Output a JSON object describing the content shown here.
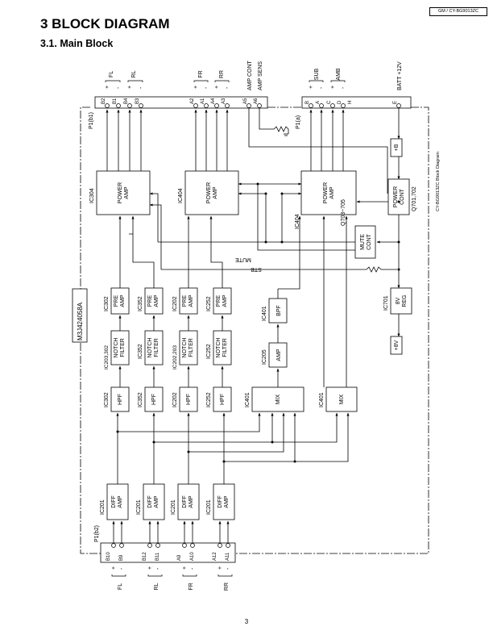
{
  "header_tag": "GM / CY-BG9013ZC",
  "title": "3  BLOCK DIAGRAM",
  "subtitle": "3.1.    Main Block",
  "page_number": "3",
  "side_caption": "CY-BG9013ZC Block Diagram",
  "board_label": "M3J424058A",
  "connectors": {
    "p1_b1": "P1(b1)",
    "p1_a": "P1(a)",
    "p1_b2": "P1(b2)",
    "top_pins_left": [
      "B2",
      "B1",
      "B4",
      "B3",
      "A2",
      "A1",
      "A4",
      "A3",
      "A5",
      "A6"
    ],
    "top_pins_right": [
      "B",
      "A",
      "C",
      "D",
      "H",
      "E"
    ],
    "bottom_pins": [
      "B10",
      "B9",
      "B12",
      "B11",
      "A9",
      "A10",
      "A12",
      "A11"
    ]
  },
  "signals": {
    "fl": "FL",
    "rl": "RL",
    "fr": "FR",
    "rr": "RR",
    "amp_cont": "AMP CONT",
    "amp_sens": "AMP SENS",
    "sub": "SUB",
    "amb": "AMB",
    "batt": "BATT +12V",
    "plus": "+",
    "minus": "-",
    "stb": "STB",
    "mute": "MUTE",
    "plus_b": "+B",
    "plus_8v": "+8V"
  },
  "blocks": {
    "power_amp_1": {
      "ref": "IC304",
      "label": [
        "POWER",
        "AMP"
      ]
    },
    "power_amp_2": {
      "ref": "IC404",
      "label": [
        "POWER",
        "AMP"
      ]
    },
    "power_amp_3": {
      "ref": "IC404",
      "label": [
        "POWER",
        "AMP"
      ]
    },
    "power_cont": {
      "ref": "Q701,702",
      "label": [
        "POWER",
        "CONT"
      ]
    },
    "mute_cont": {
      "ref": "Q703~705",
      "label": [
        "MUTE",
        "CONT"
      ]
    },
    "reg": {
      "ref": "IC701",
      "label": [
        "8V",
        "REG"
      ]
    },
    "bpf": {
      "ref": "IC401",
      "label": [
        "BPF"
      ]
    },
    "amp_small": {
      "ref": "IC205",
      "label": [
        "AMP"
      ]
    },
    "pre_amps": [
      {
        "ref": "IC302",
        "label": [
          "PRE",
          "AMP"
        ]
      },
      {
        "ref": "IC352",
        "label": [
          "PRE",
          "AMP"
        ]
      },
      {
        "ref": "IC202",
        "label": [
          "PRE",
          "AMP"
        ]
      },
      {
        "ref": "IC252",
        "label": [
          "PRE",
          "AMP"
        ]
      }
    ],
    "notch_filters": [
      {
        "ref": "IC203,302",
        "label": [
          "NOTCH",
          "FILTER"
        ]
      },
      {
        "ref": "IC352",
        "label": [
          "NOTCH",
          "FILTER"
        ]
      },
      {
        "ref": "IC202,203",
        "label": [
          "NOTCH",
          "FILTER"
        ]
      },
      {
        "ref": "IC252",
        "label": [
          "NOTCH",
          "FILTER"
        ]
      }
    ],
    "hpfs": [
      {
        "ref": "IC302",
        "label": [
          "HPF"
        ]
      },
      {
        "ref": "IC352",
        "label": [
          "HPF"
        ]
      },
      {
        "ref": "IC202",
        "label": [
          "HPF"
        ]
      },
      {
        "ref": "IC252",
        "label": [
          "HPF"
        ]
      }
    ],
    "mix_1": {
      "ref": "IC401",
      "label": [
        "MIX"
      ]
    },
    "mix_2": {
      "ref": "IC401",
      "label": [
        "MIX"
      ]
    },
    "diff_amps": [
      {
        "ref": "IC201",
        "label": [
          "DIFF",
          "AMP"
        ]
      },
      {
        "ref": "IC201",
        "label": [
          "DIFF",
          "AMP"
        ]
      },
      {
        "ref": "IC201",
        "label": [
          "DIFF",
          "AMP"
        ]
      },
      {
        "ref": "IC201",
        "label": [
          "DIFF",
          "AMP"
        ]
      }
    ]
  }
}
